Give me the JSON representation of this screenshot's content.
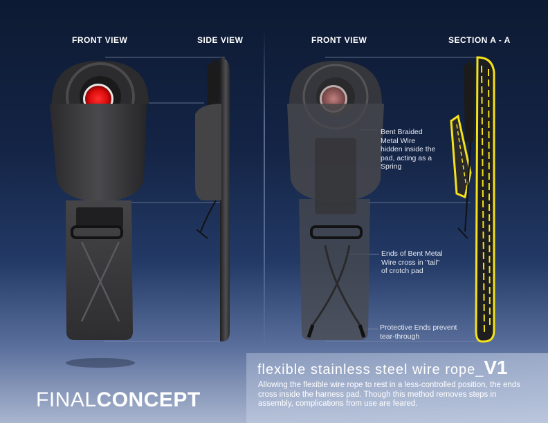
{
  "views": {
    "front_view_1": "FRONT VIEW",
    "side_view": "SIDE VIEW",
    "front_view_2": "FRONT VIEW",
    "section": "SECTION A - A"
  },
  "annotations": {
    "spring": "Bent Braided Metal Wire hidden inside the pad, acting as a Spring",
    "ends": "Ends of Bent Metal Wire cross in \"tail\" of crotch pad",
    "protective": "Protective Ends prevent tear-through"
  },
  "info": {
    "title": "flexible stainless steel wire rope_",
    "version": "V1",
    "description": "Allowing the flexible wire rope to rest in a less-controlled position, the ends cross inside the harness pad.  Though this method removes steps in assembly, complications from use are feared."
  },
  "branding": {
    "final_light": "FINAL",
    "final_bold": "CONCEPT"
  },
  "colors": {
    "accent_red": "#e01010",
    "wire_yellow": "#f5e21a",
    "device_dark": "#3a3a3c"
  }
}
